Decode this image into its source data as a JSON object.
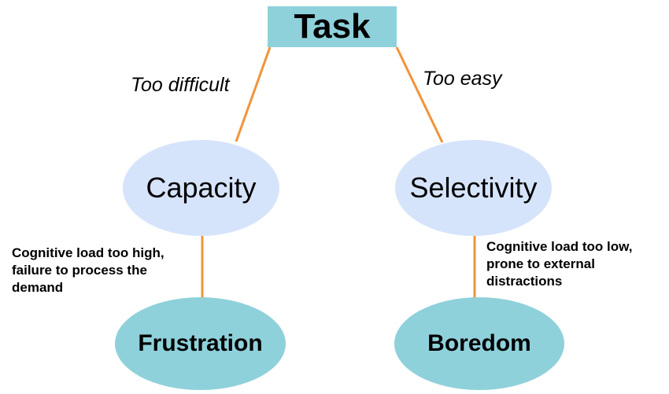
{
  "task": {
    "label": "Task"
  },
  "edges": {
    "too_difficult": "Too difficult",
    "too_easy": "Too easy"
  },
  "nodes": {
    "capacity": "Capacity",
    "selectivity": "Selectivity",
    "frustration": "Frustration",
    "boredom": "Boredom"
  },
  "notes": {
    "high_load": [
      "Cognitive load too high,",
      "failure to process the",
      "demand"
    ],
    "low_load": [
      "Cognitive load too low,",
      "prone to external",
      "distractions"
    ]
  },
  "colors": {
    "teal": "#8fd1db",
    "light_blue": "#d6e4fb",
    "connector": "#f0943a"
  }
}
